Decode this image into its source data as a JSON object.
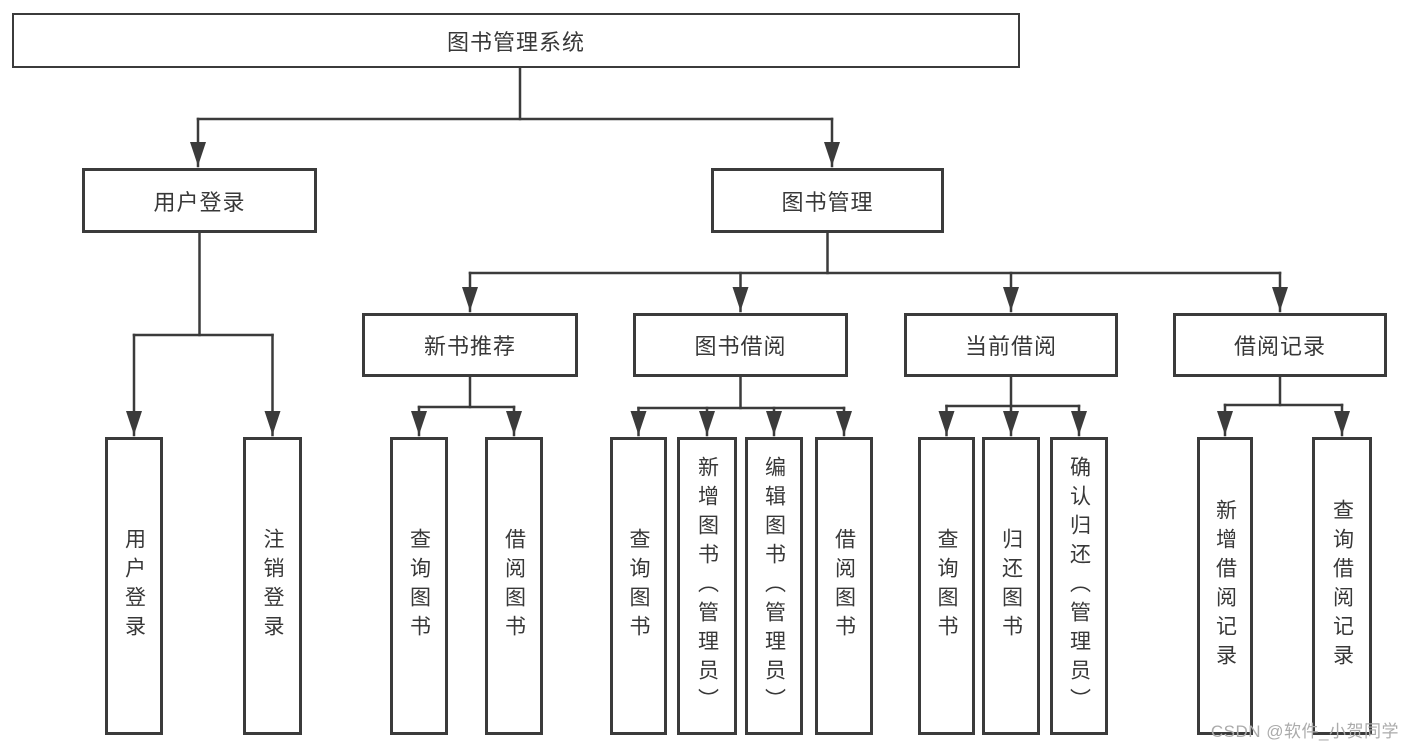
{
  "tree": {
    "root": "图书管理系统",
    "branches": [
      {
        "label": "用户登录",
        "leaves": [
          "用户登录",
          "注销登录"
        ]
      },
      {
        "label": "图书管理",
        "children": [
          {
            "label": "新书推荐",
            "leaves": [
              "查询图书",
              "借阅图书"
            ]
          },
          {
            "label": "图书借阅",
            "leaves": [
              "查询图书",
              "新增图书（管理员）",
              "编辑图书（管理员）",
              "借阅图书"
            ]
          },
          {
            "label": "当前借阅",
            "leaves": [
              "查询图书",
              "归还图书",
              "确认归还（管理员）"
            ]
          },
          {
            "label": "借阅记录",
            "leaves": [
              "新增借阅记录",
              "查询借阅记录"
            ]
          }
        ]
      }
    ]
  },
  "colors": {
    "line": "#3b3b3b",
    "text": "#383838",
    "watermark": "#ababab"
  },
  "watermark": {
    "text": "CSDN @软件_小贺同学"
  }
}
